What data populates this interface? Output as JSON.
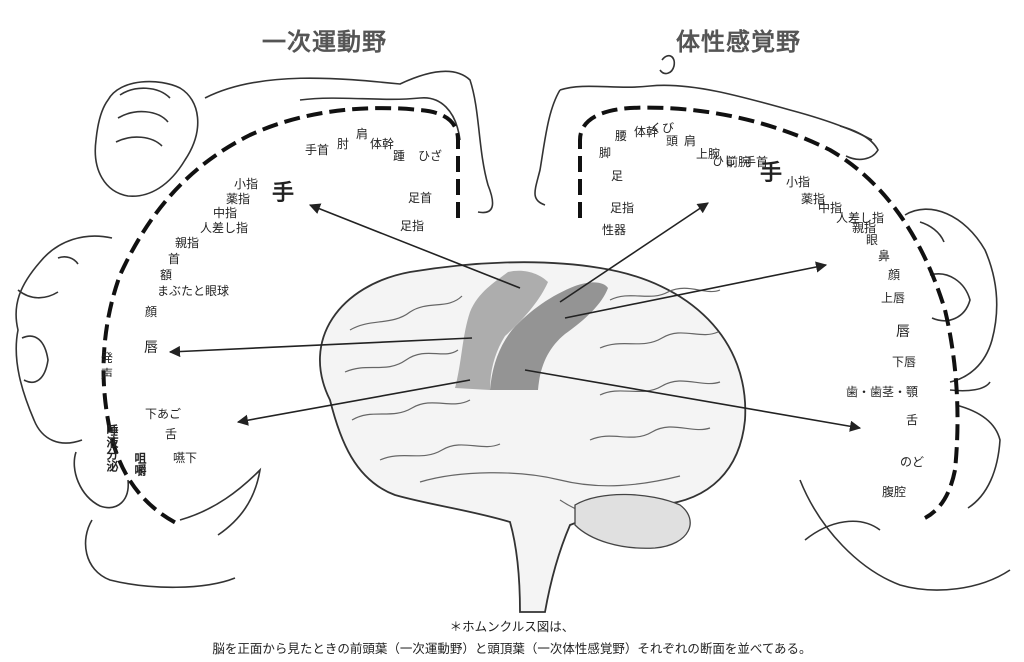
{
  "titles": {
    "motor": "一次運動野",
    "sensory": "体性感覚野"
  },
  "motor_labels": {
    "foot_toes": "足指",
    "ankle": "足首",
    "knee": "ひざ",
    "heel": "踵",
    "trunk": "体幹",
    "shoulder": "肩",
    "elbow": "肘",
    "wrist": "手首",
    "hand": "手",
    "little_finger": "小指",
    "ring_finger": "薬指",
    "middle_finger": "中指",
    "index_finger": "人差し指",
    "thumb": "親指",
    "neck": "首",
    "forehead": "額",
    "eyelid_eyeball": "まぶたと眼球",
    "face": "顔",
    "lips": "唇",
    "vocalization": "発声",
    "jaw": "下あご",
    "tongue": "舌",
    "swallowing": "嚥下",
    "salivation": "唾液分泌",
    "mastication": "咀嚼"
  },
  "sensory_labels": {
    "genitals": "性器",
    "toes": "足指",
    "foot": "足",
    "leg": "脚",
    "hip": "腰",
    "trunk": "体幹",
    "neck": "くび",
    "head": "頭",
    "shoulder": "肩",
    "upper_arm": "上腕",
    "elbow": "ひじ",
    "forearm": "前腕",
    "wrist": "手首",
    "hand": "手",
    "little_finger": "小指",
    "ring_finger": "薬指",
    "middle_finger": "中指",
    "index_finger": "人差し指",
    "thumb": "親指",
    "eye": "眼",
    "nose": "鼻",
    "face": "顔",
    "upper_lip": "上唇",
    "lips": "唇",
    "lower_lip": "下唇",
    "teeth_gums_jaw": "歯・歯茎・顎",
    "tongue": "舌",
    "throat": "のど",
    "abdomen": "腹腔"
  },
  "footnote": {
    "line1": "＊ホムンクルス図は、",
    "line2": "脳を正面から見たときの前頭葉（一次運動野）と頭頂葉（一次体性感覚野）それぞれの断面を並べてある。"
  },
  "colors": {
    "motor_area": "#a9a9a9",
    "sensory_area": "#8e8e8e",
    "ink": "#222222",
    "title": "#555555"
  }
}
